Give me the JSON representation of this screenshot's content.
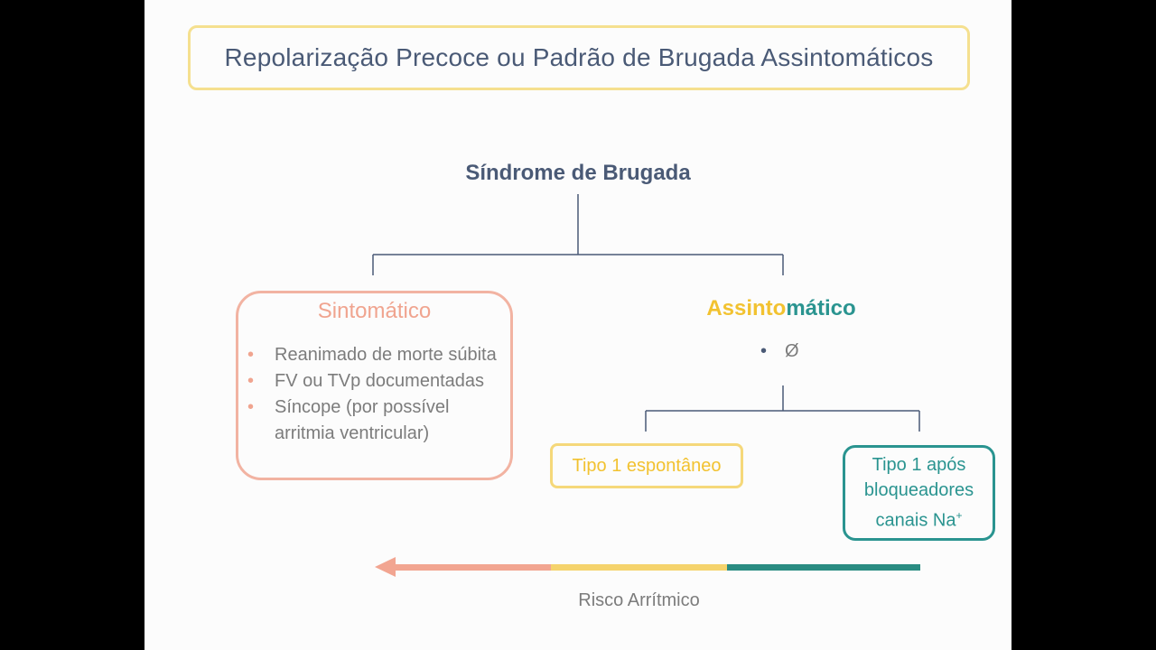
{
  "slide": {
    "title": "Repolarização Precoce ou Padrão de Brugada Assintomáticos",
    "heading": "Síndrome de Brugada",
    "symptomatic": {
      "title": "Sintomático",
      "items": [
        "Reanimado de morte súbita",
        "FV ou TVp documentadas",
        "Síncope (por possível arritmia ventricular)"
      ]
    },
    "asymptomatic": {
      "title_part1": "Assinto",
      "title_part2": "mático",
      "item": "Ø"
    },
    "boxes": {
      "spontaneous": "Tipo 1 espontâneo",
      "after_blockers_line1": "Tipo 1 após",
      "after_blockers_line2": "bloqueadores",
      "after_blockers_line3": "canais Na",
      "after_blockers_sup": "+"
    },
    "risk_label": "Risco Arrítmico"
  },
  "colors": {
    "slate": "#4a5a76",
    "salmon": "#f0a48f",
    "yellow": "#f2c230",
    "teal": "#2a9490"
  }
}
